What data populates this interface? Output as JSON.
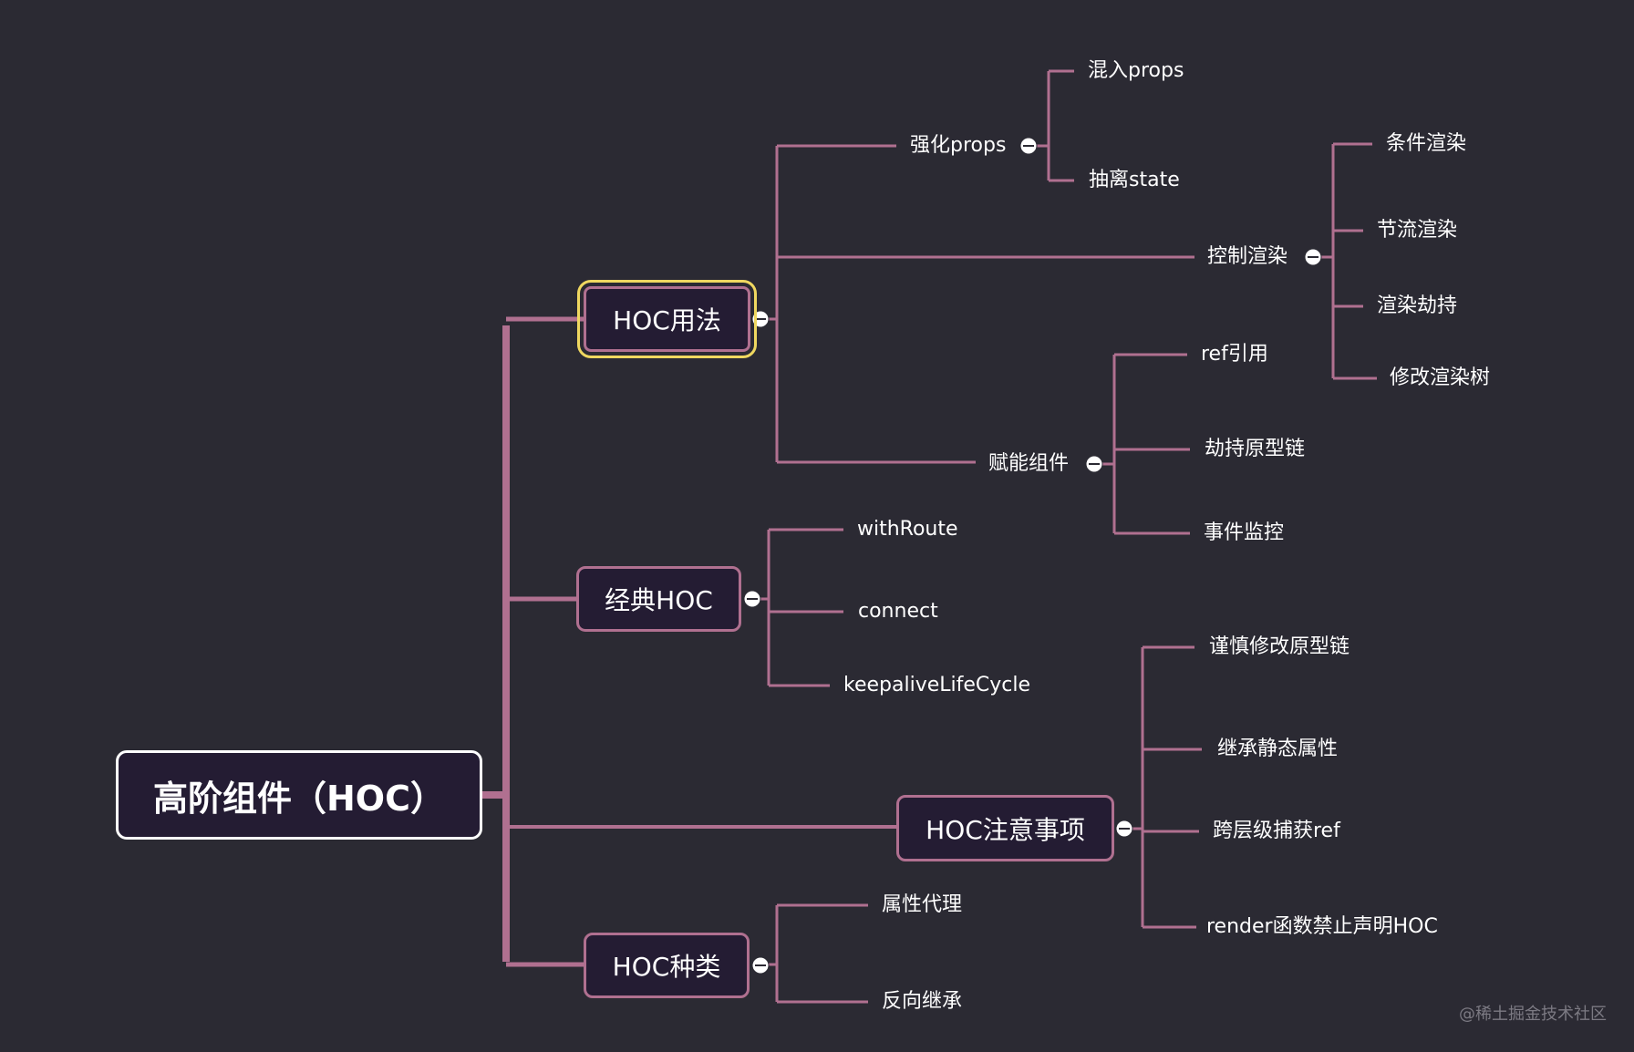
{
  "root": "高阶组件（HOC）",
  "branches": {
    "usage": {
      "label": "HOC用法",
      "props": {
        "label": "强化props",
        "children": [
          "混入props",
          "抽离state"
        ]
      },
      "render": {
        "label": "控制渲染",
        "children": [
          "条件渲染",
          "节流渲染",
          "渲染劫持",
          "修改渲染树"
        ]
      },
      "empower": {
        "label": "赋能组件",
        "children": [
          "ref引用",
          "劫持原型链",
          "事件监控"
        ]
      }
    },
    "classic": {
      "label": "经典HOC",
      "children": [
        "withRoute",
        "connect",
        "keepaliveLifeCycle"
      ]
    },
    "notes": {
      "label": "HOC注意事项",
      "children": [
        "谨慎修改原型链",
        "继承静态属性",
        "跨层级捕获ref",
        "render函数禁止声明HOC"
      ]
    },
    "types": {
      "label": "HOC种类",
      "children": [
        "属性代理",
        "反向继承"
      ]
    }
  },
  "watermark": "@稀土掘金技术社区",
  "colors": {
    "background": "#2b2a33",
    "line": "#b07090",
    "node_fill": "#241c33",
    "selected": "#f0d860"
  }
}
